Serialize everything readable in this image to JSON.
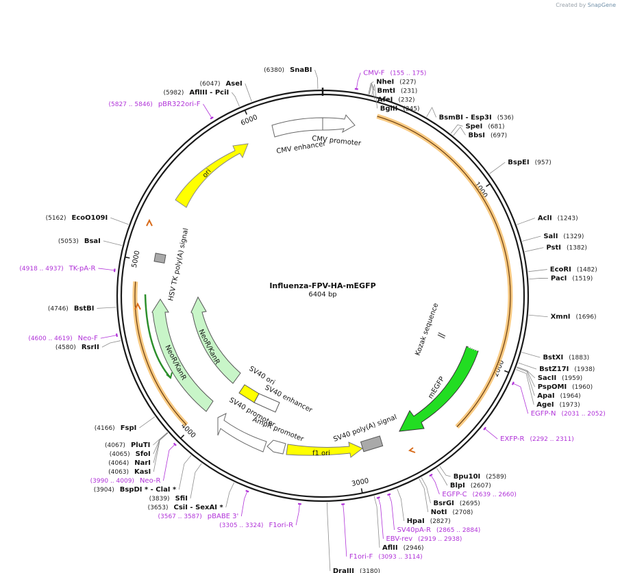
{
  "watermark": {
    "prefix": "Created by",
    "brand": "SnapGene"
  },
  "plasmid": {
    "name": "Influenza-FPV-HA-mEGFP",
    "length_label": "6404 bp",
    "length": 6404
  },
  "ticks": [
    {
      "bp": 1000,
      "label": "1000"
    },
    {
      "bp": 2000,
      "label": "2000"
    },
    {
      "bp": 3000,
      "label": "3000"
    },
    {
      "bp": 4000,
      "label": "4000"
    },
    {
      "bp": 5000,
      "label": "5000"
    },
    {
      "bp": 6000,
      "label": "6000"
    }
  ],
  "colors": {
    "backbone": "#1a1a1a",
    "site_line": "#8c8c8c",
    "primer": "#b031d8",
    "orf": "#f5b85a",
    "ori": "#ffff00",
    "promoter": "#ffffff",
    "marker": "#c8f5c8",
    "egfp": "#22dd22",
    "polyA": "#a9a9a9"
  },
  "sites": [
    {
      "bp": 6380,
      "name": "SnaBI",
      "pos": "(6380)"
    },
    {
      "bp": 6047,
      "name": "AseI",
      "pos": "(6047)"
    },
    {
      "bp": 5982,
      "name": "AflIII  - PciI",
      "pos": "(5982)"
    },
    {
      "bp": 227,
      "name": "NheI",
      "pos": "(227)"
    },
    {
      "bp": 231,
      "name": "BmtI",
      "pos": "(231)"
    },
    {
      "bp": 232,
      "name": "AfeI",
      "pos": "(232)"
    },
    {
      "bp": 245,
      "name": "BglII",
      "pos": "(245)"
    },
    {
      "bp": 536,
      "name": "BsmBI   - Esp3I",
      "pos": "(536)"
    },
    {
      "bp": 681,
      "name": "SpeI",
      "pos": "(681)"
    },
    {
      "bp": 697,
      "name": "BbsI",
      "pos": "(697)"
    },
    {
      "bp": 957,
      "name": "BspEI",
      "pos": "(957)"
    },
    {
      "bp": 1243,
      "name": "AclI",
      "pos": "(1243)"
    },
    {
      "bp": 1329,
      "name": "SalI",
      "pos": "(1329)"
    },
    {
      "bp": 1382,
      "name": "PstI",
      "pos": "(1382)"
    },
    {
      "bp": 1482,
      "name": "EcoRI",
      "pos": "(1482)"
    },
    {
      "bp": 1519,
      "name": "PacI",
      "pos": "(1519)"
    },
    {
      "bp": 1696,
      "name": "XmnI",
      "pos": "(1696)"
    },
    {
      "bp": 1883,
      "name": "BstXI",
      "pos": "(1883)"
    },
    {
      "bp": 1938,
      "name": "BstZ17I",
      "pos": "(1938)"
    },
    {
      "bp": 1959,
      "name": "SacII",
      "pos": "(1959)"
    },
    {
      "bp": 1960,
      "name": "PspOMI",
      "pos": "(1960)"
    },
    {
      "bp": 1964,
      "name": "ApaI",
      "pos": "(1964)"
    },
    {
      "bp": 1973,
      "name": "AgeI",
      "pos": "(1973)"
    },
    {
      "bp": 2589,
      "name": "Bpu10I",
      "pos": "(2589)"
    },
    {
      "bp": 2607,
      "name": "BlpI",
      "pos": "(2607)"
    },
    {
      "bp": 2695,
      "name": "BsrGI",
      "pos": "(2695)"
    },
    {
      "bp": 2708,
      "name": "NotI",
      "pos": "(2708)"
    },
    {
      "bp": 2827,
      "name": "HpaI",
      "pos": "(2827)"
    },
    {
      "bp": 2946,
      "name": "AflII",
      "pos": "(2946)"
    },
    {
      "bp": 3180,
      "name": "DraIII",
      "pos": "(3180)"
    },
    {
      "bp": 3653,
      "name": "CsiI   - SexAI  *",
      "pos": "(3653)"
    },
    {
      "bp": 3839,
      "name": "SfiI",
      "pos": "(3839)"
    },
    {
      "bp": 3904,
      "name": "BspDI  *  - ClaI  *",
      "pos": "(3904)"
    },
    {
      "bp": 4063,
      "name": "KasI",
      "pos": "(4063)"
    },
    {
      "bp": 4064,
      "name": "NarI",
      "pos": "(4064)"
    },
    {
      "bp": 4065,
      "name": "SfoI",
      "pos": "(4065)"
    },
    {
      "bp": 4067,
      "name": "PluTI",
      "pos": "(4067)"
    },
    {
      "bp": 4166,
      "name": "FspI",
      "pos": "(4166)"
    },
    {
      "bp": 4580,
      "name": "RsrII",
      "pos": "(4580)"
    },
    {
      "bp": 4746,
      "name": "BstBI",
      "pos": "(4746)"
    },
    {
      "bp": 5053,
      "name": "BsaI",
      "pos": "(5053)"
    },
    {
      "bp": 5162,
      "name": "EcoO109I",
      "pos": "(5162)"
    }
  ],
  "primers": [
    {
      "bp": 165,
      "name": "CMV-F",
      "pos": "(155 .. 175)"
    },
    {
      "bp": 5836,
      "name": "pBR322ori-F",
      "pos": "(5827 .. 5846)"
    },
    {
      "bp": 4927,
      "name": "TK-pA-R",
      "pos": "(4918 .. 4937)"
    },
    {
      "bp": 4610,
      "name": "Neo-F",
      "pos": "(4600 .. 4619)"
    },
    {
      "bp": 2041,
      "name": "EGFP-N",
      "pos": "(2031 .. 2052)"
    },
    {
      "bp": 2301,
      "name": "EXFP-R",
      "pos": "(2292 .. 2311)"
    },
    {
      "bp": 2649,
      "name": "EGFP-C",
      "pos": "(2639 .. 2660)"
    },
    {
      "bp": 2874,
      "name": "SV40pA-R",
      "pos": "(2865 .. 2884)"
    },
    {
      "bp": 2928,
      "name": "EBV-rev",
      "pos": "(2919 .. 2938)"
    },
    {
      "bp": 3103,
      "name": "F1ori-F",
      "pos": "(3093 .. 3114)"
    },
    {
      "bp": 3314,
      "name": "F1ori-R",
      "pos": "(3305 .. 3324)"
    },
    {
      "bp": 3577,
      "name": "pBABE 3'",
      "pos": "(3567 .. 3587)"
    },
    {
      "bp": 3999,
      "name": "Neo-R",
      "pos": "(3990 .. 4009)"
    }
  ],
  "features": [
    {
      "name": "CMV enhancer",
      "label": "CMV enhancer"
    },
    {
      "name": "CMV promoter",
      "label": "CMV promoter"
    },
    {
      "name": "ori",
      "label": "ori"
    },
    {
      "name": "HSV TK poly(A) signal",
      "label": "HSV TK poly(A) signal"
    },
    {
      "name": "NeoR/KanR inner",
      "label": "NeoR/KanR"
    },
    {
      "name": "NeoR/KanR outer",
      "label": "NeoR/KanR"
    },
    {
      "name": "SV40 ori",
      "label": "SV40 ori"
    },
    {
      "name": "SV40 enhancer",
      "label": "SV40 enhancer"
    },
    {
      "name": "SV40 promoter",
      "label": "SV40 promoter"
    },
    {
      "name": "AmpR promoter",
      "label": "AmpR promoter"
    },
    {
      "name": "f1 ori",
      "label": "f1 ori"
    },
    {
      "name": "SV40 poly(A) signal",
      "label": "SV40 poly(A) signal"
    },
    {
      "name": "mEGFP",
      "label": "mEGFP"
    },
    {
      "name": "Kozak sequence",
      "label": "Kozak sequence"
    }
  ]
}
